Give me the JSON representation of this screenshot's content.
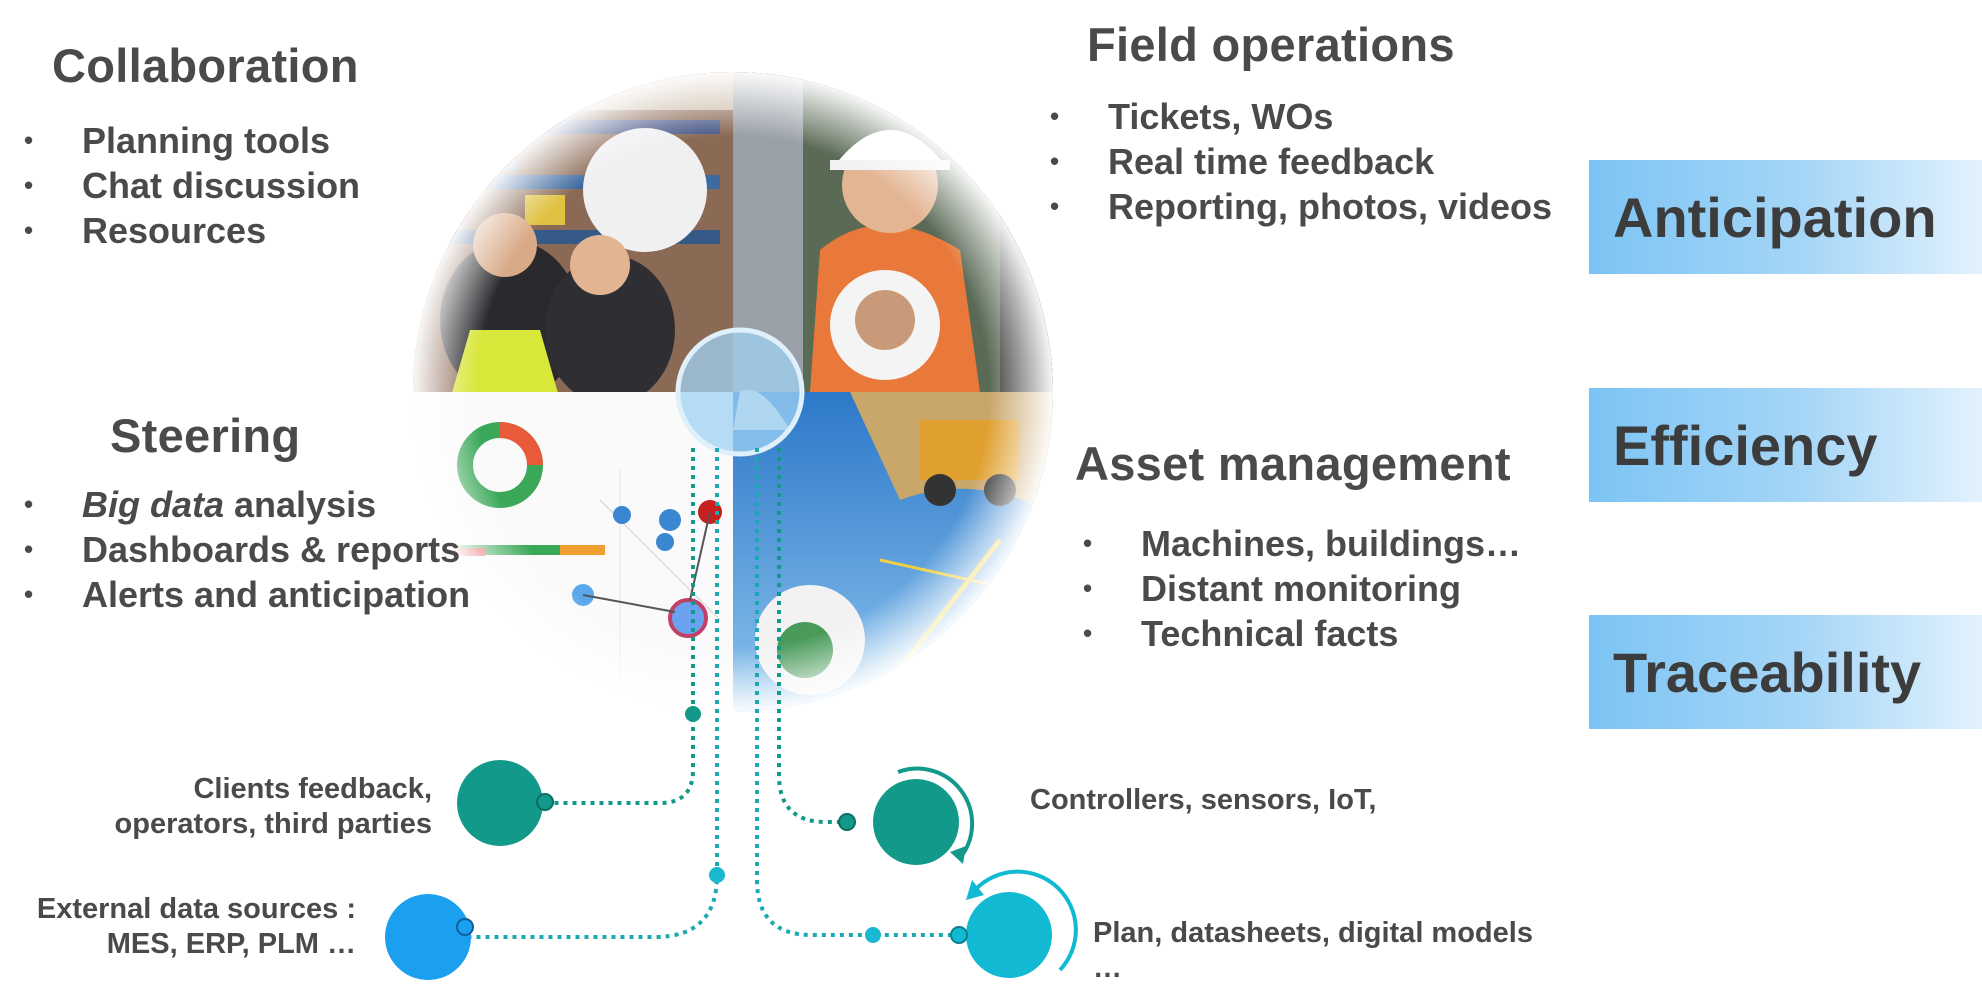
{
  "collaboration": {
    "title": "Collaboration",
    "items": [
      "Planning tools",
      "Chat discussion",
      "Resources"
    ]
  },
  "steering": {
    "title": "Steering",
    "items": [
      {
        "em": "Big data",
        "rest": " analysis"
      },
      {
        "em": "",
        "rest": "Dashboards & reports"
      },
      {
        "em": "",
        "rest": "Alerts and anticipation"
      }
    ]
  },
  "field_operations": {
    "title": "Field operations",
    "items": [
      "Tickets, WOs",
      "Real time feedback",
      "Reporting, photos, videos"
    ]
  },
  "asset_management": {
    "title": "Asset management",
    "items": [
      "Machines, buildings…",
      "Distant monitoring",
      "Technical facts"
    ]
  },
  "benefits": [
    "Anticipation",
    "Efficiency",
    "Traceability"
  ],
  "sources": {
    "clients": [
      "Clients feedback,",
      "operators, third parties"
    ],
    "external": [
      "External data sources :",
      "MES, ERP, PLM …"
    ],
    "controllers": [
      "Controllers, sensors, IoT,"
    ],
    "plans": [
      "Plan, datasheets, digital models",
      "…"
    ]
  },
  "colors": {
    "text": "#4a4a4a",
    "teal_dark": "#12998a",
    "teal_dotted": "#1aa9b0",
    "blue": "#1aa0ee",
    "cyan": "#12b9d2",
    "benefit_blue": "#7cc4f4"
  },
  "icons": [
    "collaboration-photo",
    "field-operations-photo",
    "dashboard-photo",
    "asset-photo"
  ]
}
